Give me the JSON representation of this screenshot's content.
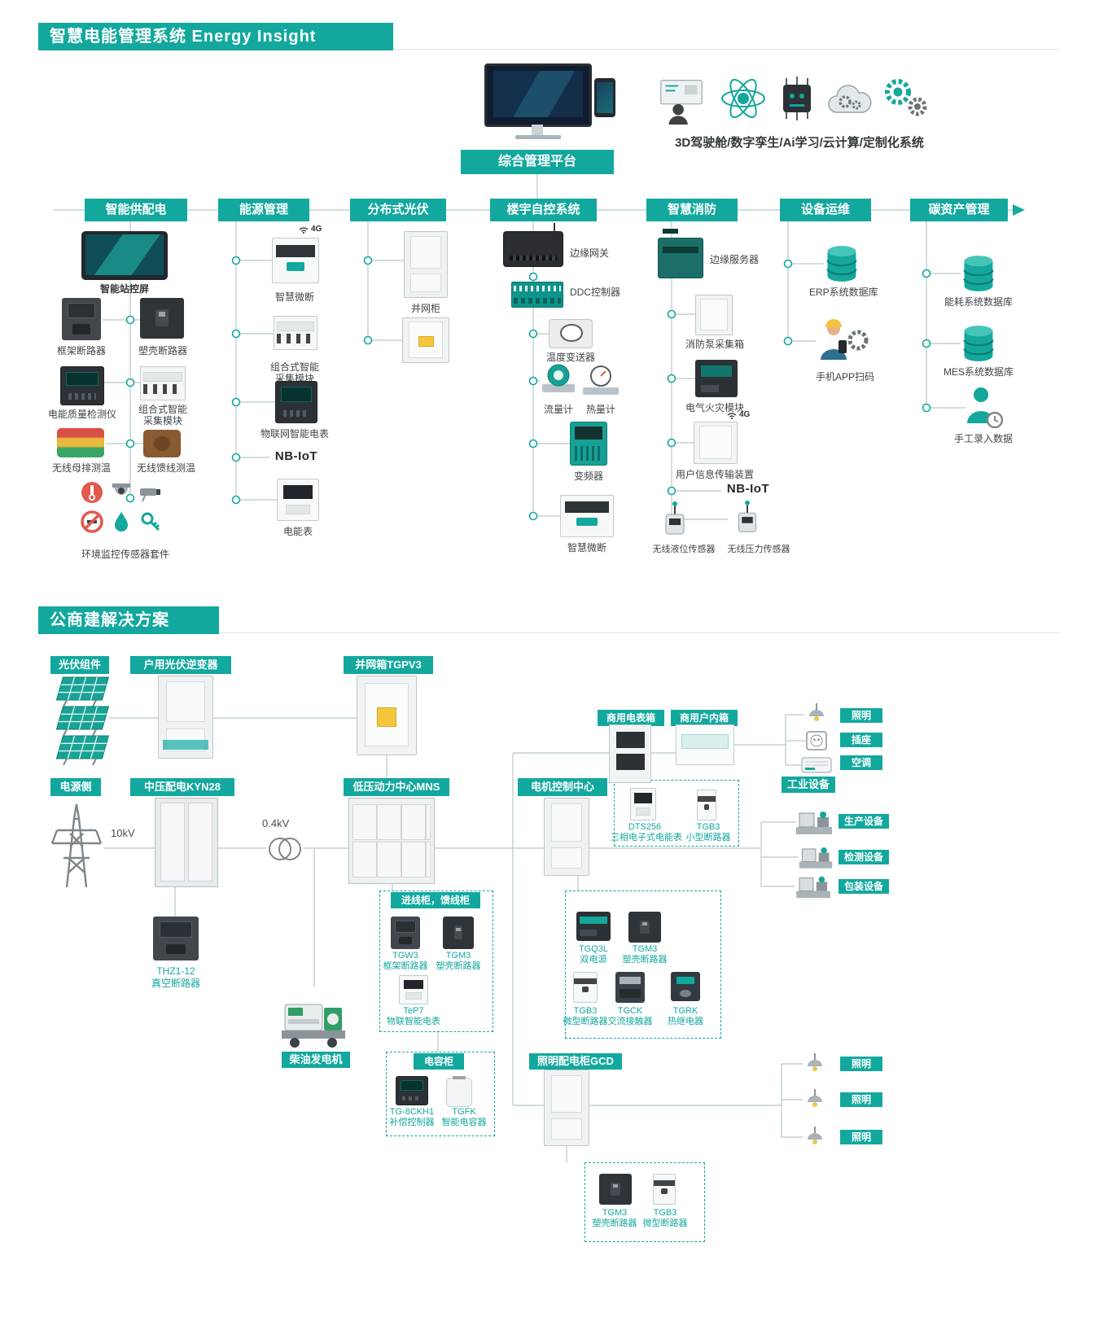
{
  "theme": {
    "accent": "#13a89e"
  },
  "icons": [
    "monitor-icon",
    "smartphone-icon",
    "cockpit-icon",
    "atom-icon",
    "ai-chip-icon",
    "cloud-gears-icon",
    "gears-icon",
    "database-icon",
    "worker-icon",
    "person-clock-icon",
    "thermometer-icon",
    "dome-camera-icon",
    "bullet-camera-icon",
    "prohibit-icon",
    "droplet-icon",
    "key-icon",
    "solar-panel-icon",
    "power-tower-icon",
    "transformer-icon",
    "lamp-icon",
    "socket-icon",
    "air-conditioner-icon",
    "machine-icon",
    "generator-icon",
    "wireless-sensor-icon",
    "flow-meter-icon",
    "heat-meter-icon",
    "wifi-icon"
  ],
  "energy": {
    "title": "智慧电能管理系统 Energy  Insight",
    "platform_label": "综合管理平台",
    "tech_caption": "3D驾驶舱/数字孪生/Ai学习/云计算/定制化系统",
    "columns": [
      "智能供配电",
      "能源管理",
      "分布式光伏",
      "楼宇自控系统",
      "智慧消防",
      "设备运维",
      "碳资产管理"
    ],
    "supply": {
      "screen": "智能站控屏",
      "acb": "框架断路器",
      "mccb": "塑壳断路器",
      "pq_meter": "电能质量检测仪",
      "combo1": "组合式智能",
      "combo2": "采集模块",
      "busbar_temp": "无线母排测温",
      "feeder_temp": "无线馈线测温",
      "env_suite": "环境监控传感器套件"
    },
    "em": {
      "smart_breaker": "智慧微断",
      "g4": "4G",
      "combo1": "组合式智能",
      "combo2": "采集模块",
      "iot_meter": "物联网智能电表",
      "nbiot": "NB-IoT",
      "meter": "电能表"
    },
    "pv": {
      "grid_cabinet": "并网柜"
    },
    "bas": {
      "gateway": "边缘网关",
      "ddc": "DDC控制器",
      "temp_tx": "温度变送器",
      "flow": "流量计",
      "heat": "热量计",
      "vfd": "变频器",
      "smart_breaker": "智慧微断"
    },
    "fire": {
      "edge_server": "边缘服务器",
      "pump_box": "消防泵采集箱",
      "fire_module": "电气火灾模块",
      "transmitter": "用户信息传输装置",
      "g4": "4G",
      "nbiot": "NB-IoT",
      "level": "无线液位传感器",
      "pressure": "无线压力传感器"
    },
    "ops": {
      "erp": "ERP系统数据库",
      "app": "手机APP扫码"
    },
    "carbon": {
      "energy_db": "能耗系统数据库",
      "mes": "MES系统数据库",
      "manual": "手工录入数据"
    }
  },
  "solution": {
    "title": "公商建解决方案",
    "pv_modules": "光伏组件",
    "inverter": "户用光伏逆变器",
    "grid_box": "并网箱TGPV3",
    "meter_box": "商用电表箱",
    "indoor_box": "商用户内箱",
    "load_lighting": "照明",
    "load_socket": "插座",
    "load_ac": "空调",
    "power_side": "电源侧",
    "kv10": "10kV",
    "mv_switchgear": "中压配电KYN28",
    "kv04": "0.4kV",
    "lv_center": "低压动力中心MNS",
    "mcc": "电机控制中心",
    "dts_name": "DTS256",
    "dts_desc": "三相电子式电能表",
    "tgb3s_name": "TGB3",
    "tgb3s_desc": "小型断路器",
    "industrial": "工业设备",
    "prod": "生产设备",
    "test": "检测设备",
    "pack": "包装设备",
    "vacuum_name": "THZ1-12",
    "vacuum_desc": "真空断路器",
    "feeder_title": "进线柜，馈线柜",
    "tgw3_name": "TGW3",
    "tgw3_desc": "框架断路器",
    "tgm3a_name": "TGM3",
    "tgm3a_desc": "塑壳断路器",
    "tep7_name": "TeP7",
    "tep7_desc": "物联智能电表",
    "generator": "柴油发电机",
    "cap_title": "电容柜",
    "tg8_name": "TG-8CKH1",
    "tg8_desc": "补偿控制器",
    "tgfk_name": "TGFK",
    "tgfk_desc": "智能电容器",
    "tgq3l_name": "TGQ3L",
    "tgq3l_desc": "双电源",
    "tgm3b_name": "TGM3",
    "tgm3b_desc": "塑壳断路器",
    "tgb3m_name": "TGB3",
    "tgb3m_desc": "微型断路器",
    "tgck_name": "TGCK",
    "tgck_desc": "交流接触器",
    "tgrk_name": "TGRK",
    "tgrk_desc": "热继电器",
    "lighting_panel": "照明配电柜GCD",
    "light1": "照明",
    "light2": "照明",
    "light3": "照明",
    "tgm3c_name": "TGM3",
    "tgm3c_desc": "塑壳断路器",
    "tgb3c_name": "TGB3",
    "tgb3c_desc": "微型断路器"
  }
}
